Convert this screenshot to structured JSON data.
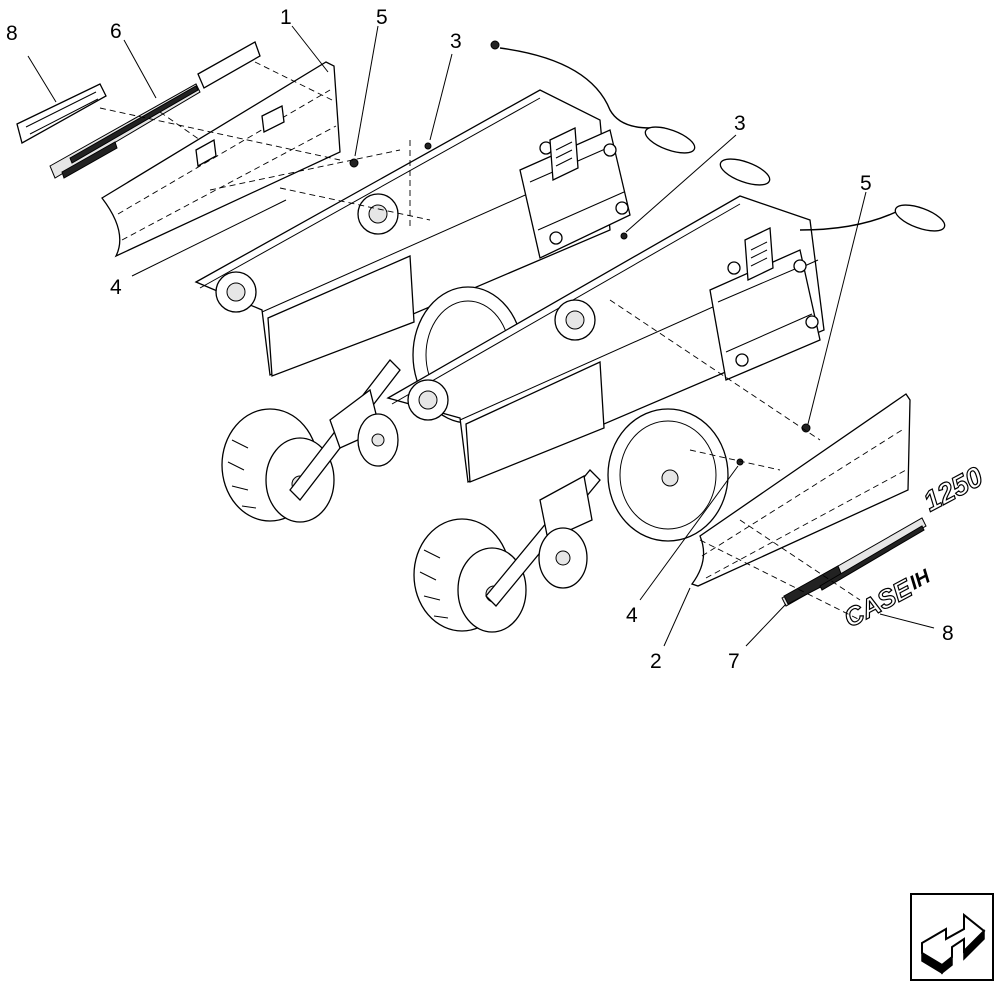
{
  "callouts": [
    {
      "id": "c8a",
      "text": "8"
    },
    {
      "id": "c6",
      "text": "6"
    },
    {
      "id": "c1",
      "text": "1"
    },
    {
      "id": "c5a",
      "text": "5"
    },
    {
      "id": "c3a",
      "text": "3"
    },
    {
      "id": "c3b",
      "text": "3"
    },
    {
      "id": "c5b",
      "text": "5"
    },
    {
      "id": "c4a",
      "text": "4"
    },
    {
      "id": "c4b",
      "text": "4"
    },
    {
      "id": "c2",
      "text": "2"
    },
    {
      "id": "c7",
      "text": "7"
    },
    {
      "id": "c8b",
      "text": "8"
    }
  ],
  "decals": {
    "model_number": "1250",
    "brand": "CASE",
    "brand_suffix": "IH"
  },
  "nav_icon": "next-page-arrow-icon"
}
